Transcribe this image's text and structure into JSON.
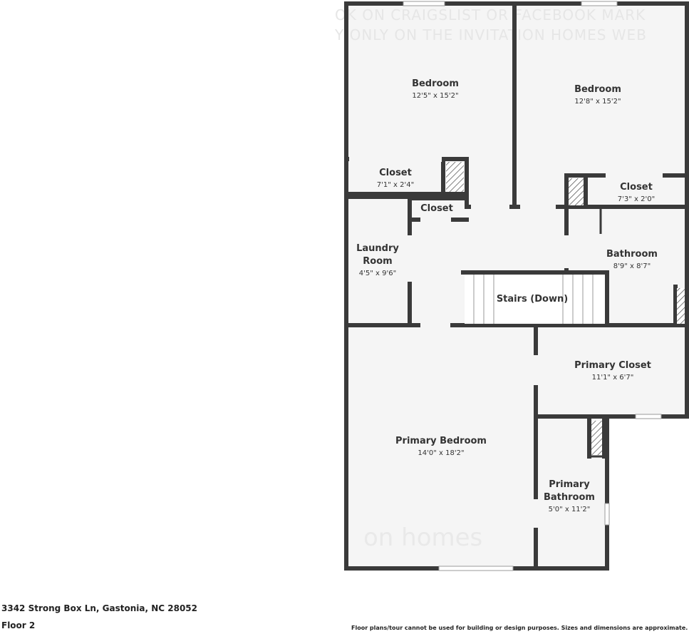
{
  "rooms": [
    {
      "name": "Bedroom",
      "dims": "12'5\" x 15'2\""
    },
    {
      "name": "Bedroom",
      "dims": "12'8\" x 15'2\""
    },
    {
      "name": "Closet",
      "dims": "7'1\" x 2'4\""
    },
    {
      "name": "Closet",
      "dims": "7'3\" x 2'0\""
    },
    {
      "name": "Closet",
      "dims": ""
    },
    {
      "name_line1": "Laundry",
      "name_line2": "Room",
      "dims": "4'5\" x 9'6\""
    },
    {
      "name": "Bathroom",
      "dims": "8'9\" x 8'7\""
    },
    {
      "name": "Stairs (Down)",
      "dims": ""
    },
    {
      "name": "Primary Closet",
      "dims": "11'1\" x 6'7\""
    },
    {
      "name": "Primary Bedroom",
      "dims": "14'0\" x 18'2\""
    },
    {
      "name_line1": "Primary",
      "name_line2": "Bathroom",
      "dims": "5'0\" x 11'2\""
    }
  ],
  "watermark": {
    "line1": "OK ON CRAIGSLIST OR FACEBOOK MARK",
    "line2": "Y ONLY ON THE INVITATION HOMES WEB",
    "logo": "on homes"
  },
  "footer": {
    "address": "3342 Strong Box Ln, Gastonia, NC 28052",
    "floor": "Floor 2",
    "disclaimer": "Floor plans/tour cannot be used for building or design purposes. Sizes and dimensions are approximate."
  }
}
